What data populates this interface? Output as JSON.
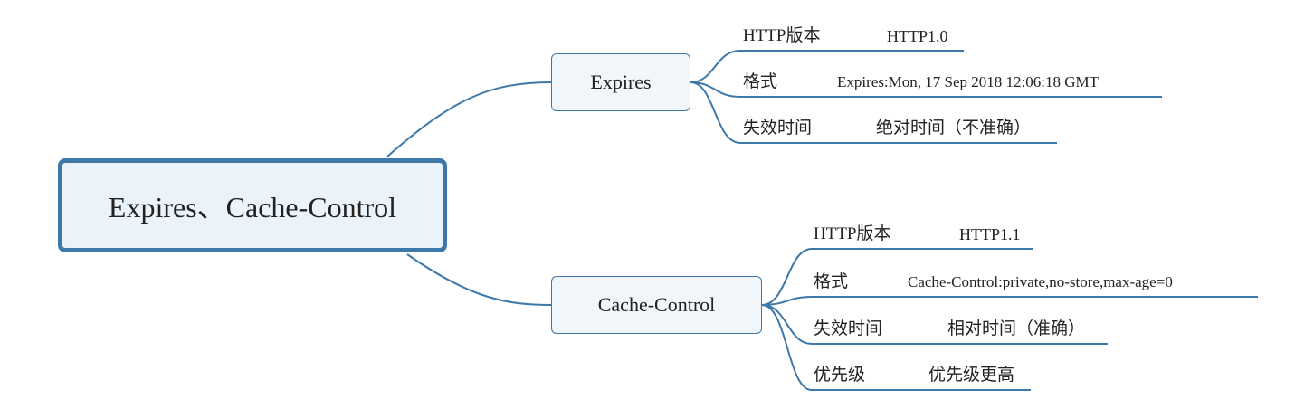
{
  "colors": {
    "line": "#3d78a8",
    "root_fill": "#eaf2fa",
    "branch_fill": "#f1f6fb",
    "text": "#222222"
  },
  "root": {
    "label": "Expires、Cache-Control"
  },
  "branches": [
    {
      "label": "Expires",
      "leaves": [
        {
          "key": "HTTP版本",
          "value": "HTTP1.0"
        },
        {
          "key": "格式",
          "value": "Expires:Mon, 17 Sep 2018 12:06:18 GMT"
        },
        {
          "key": "失效时间",
          "value": "绝对时间（不准确）"
        }
      ]
    },
    {
      "label": "Cache-Control",
      "leaves": [
        {
          "key": "HTTP版本",
          "value": "HTTP1.1"
        },
        {
          "key": "格式",
          "value": "Cache-Control:private,no-store,max-age=0"
        },
        {
          "key": "失效时间",
          "value": "相对时间（准确）"
        },
        {
          "key": "优先级",
          "value": "优先级更高"
        }
      ]
    }
  ]
}
